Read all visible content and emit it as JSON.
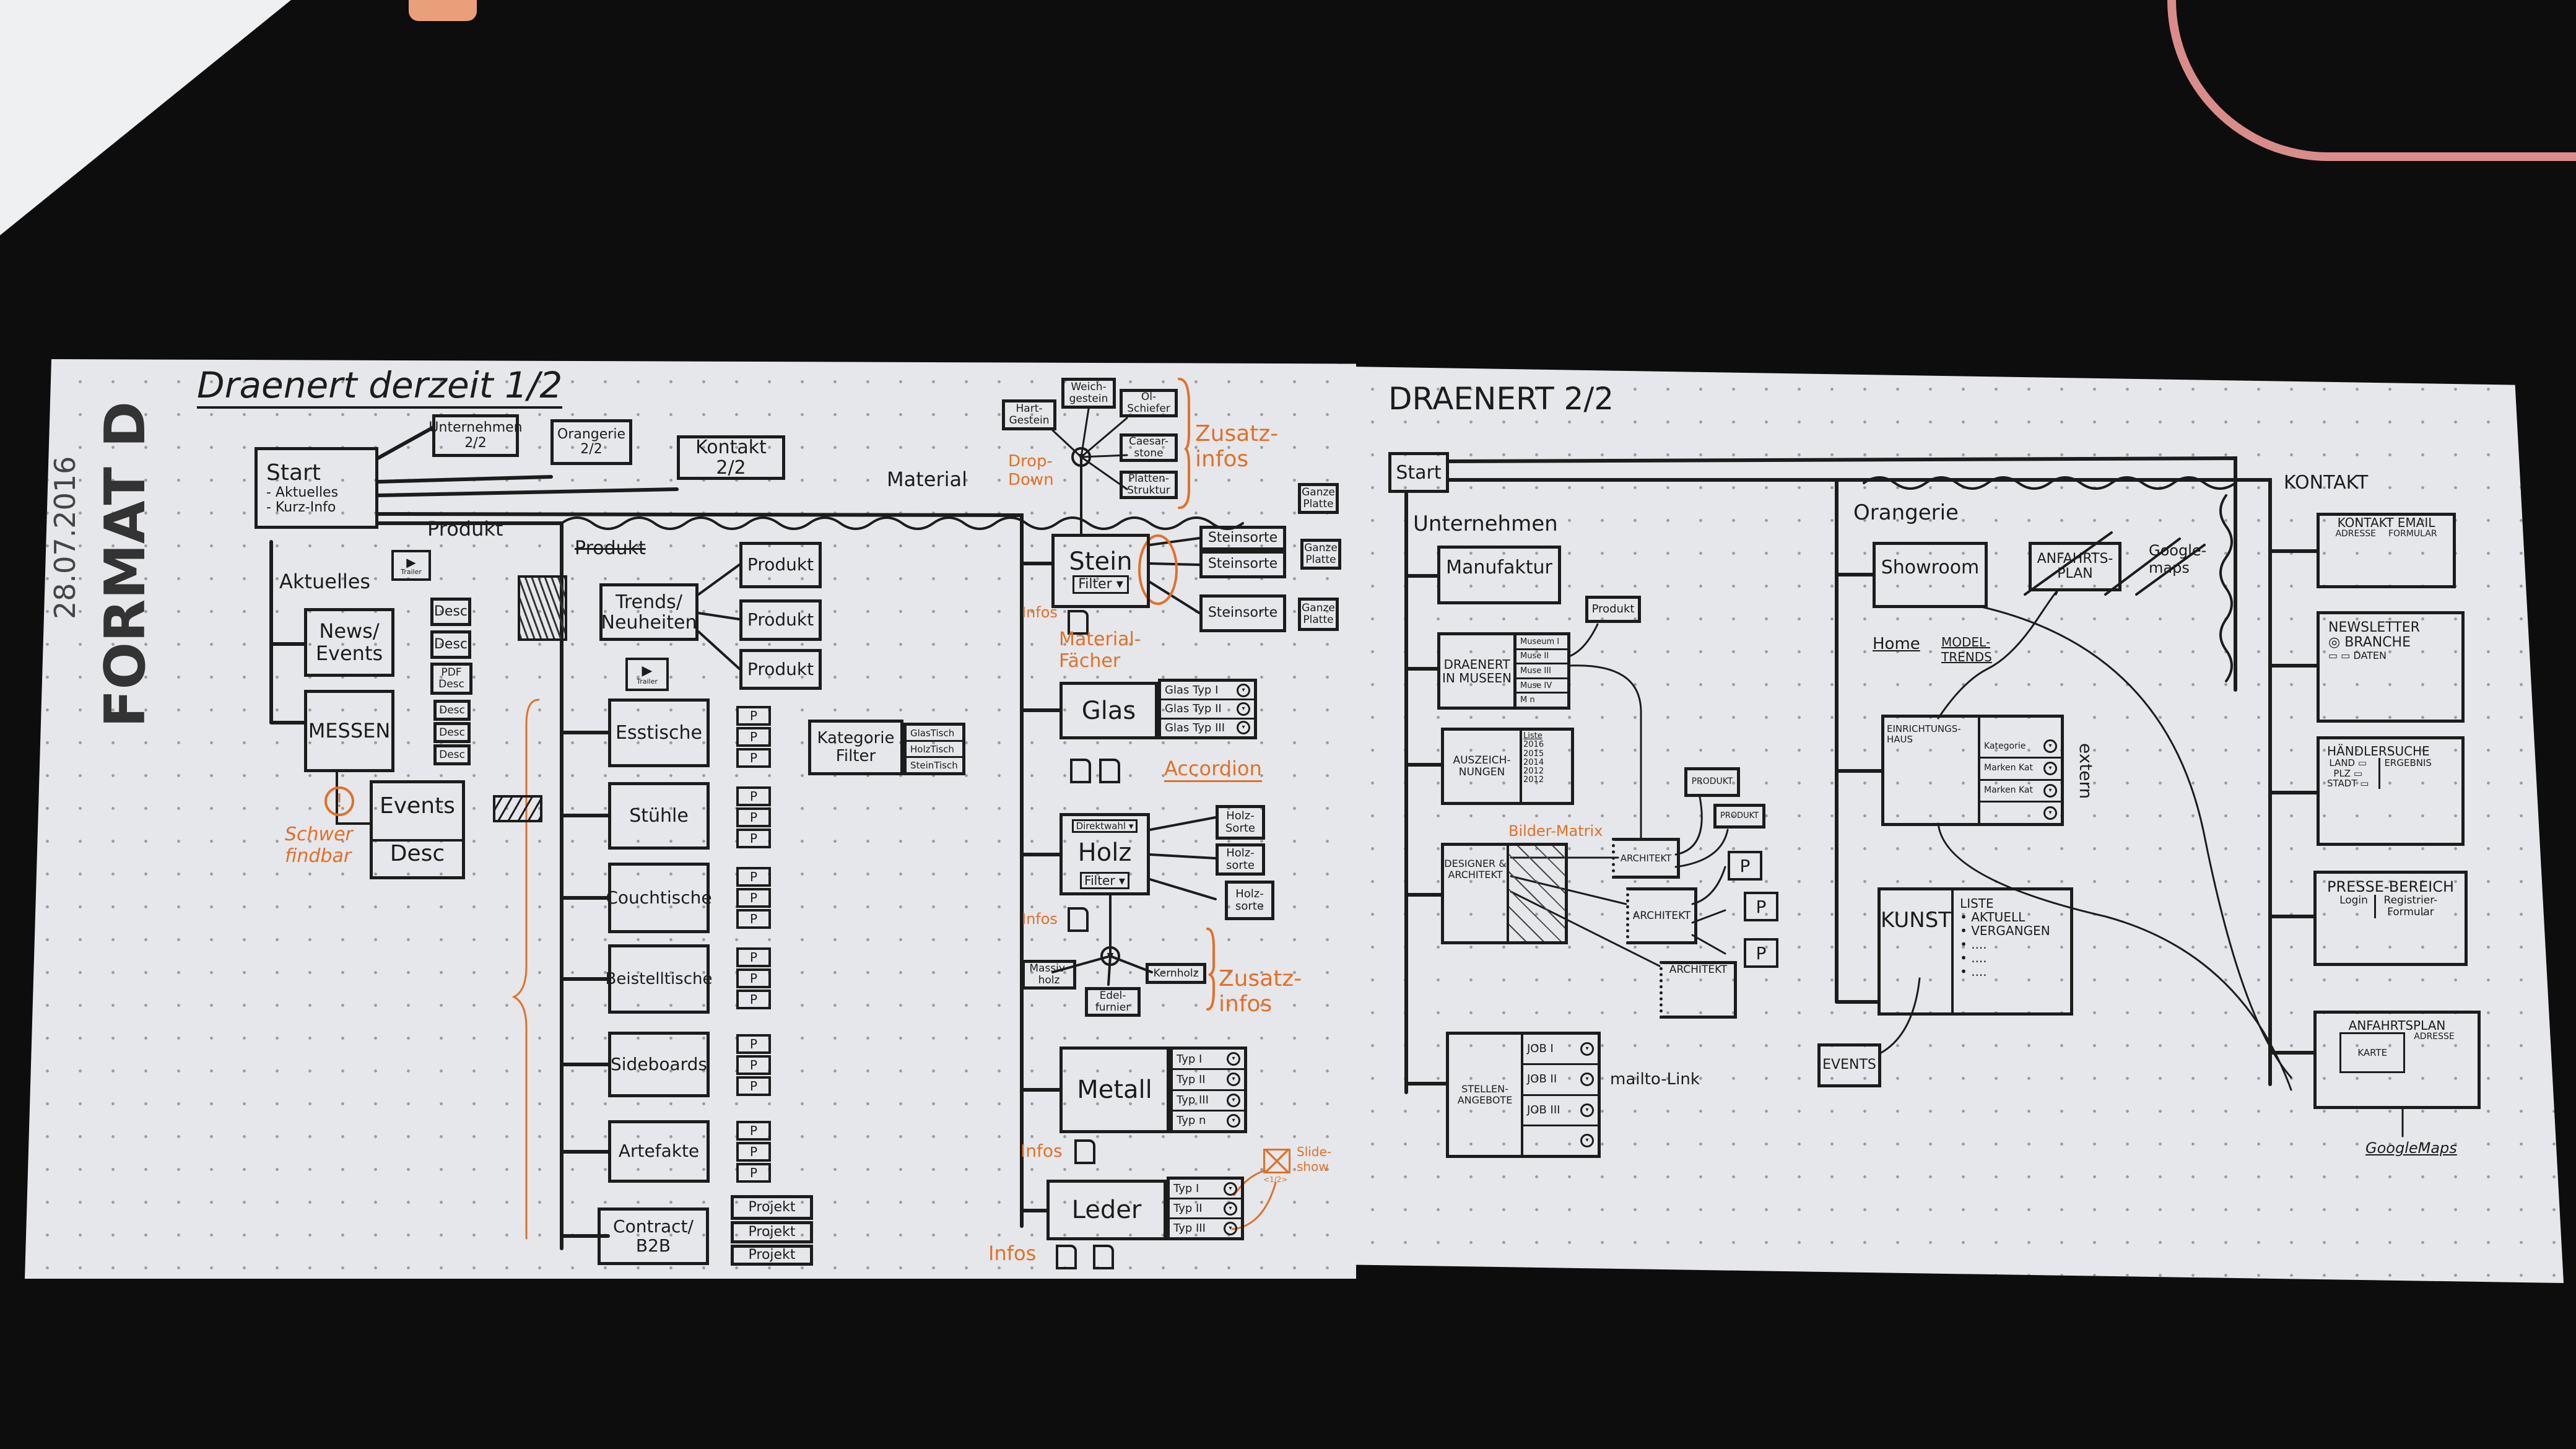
{
  "sheet1": {
    "title": "Draenert derzeit 1/2",
    "date": "28.07.2016",
    "format": "FORMAT D",
    "start": {
      "label": "Start",
      "items": [
        "- Aktuelles",
        "- Kurz-Info"
      ]
    },
    "top_links": [
      "Unternehmen 2/2",
      "Orangerie 2/2",
      "Kontakt 2/2"
    ],
    "produkt_label": "Produkt",
    "material_label": "Material",
    "aktuelles": {
      "label": "Aktuelles",
      "news_events": "News/ Events",
      "news_desc": [
        "Desc",
        "Desc",
        "PDF Desc"
      ],
      "messen": "MESSEN",
      "messen_desc": [
        "Desc",
        "Desc",
        "Desc"
      ],
      "events": "Events",
      "events_desc": "Desc",
      "warning_note": "Schwer findbar",
      "video_label": "Trailer"
    },
    "produkt": {
      "struck_label": "Produkt",
      "trends": "Trends/ Neuheiten",
      "produkt_boxes": [
        "Produkt",
        "Produkt",
        "Produkt"
      ],
      "categories": [
        "Esstische",
        "Stühle",
        "Couchtische",
        "Beistelltische",
        "Sideboards",
        "Artefakte",
        "Contract/ B2B"
      ],
      "p_label": "P",
      "kategorie_filter": "Kategorie Filter",
      "filter_options": [
        "GlasTisch",
        "HolzTisch",
        "SteinTisch"
      ],
      "projekte": [
        "Projekt",
        "Projekt",
        "Projekt"
      ]
    },
    "material": {
      "stein_extras": [
        "Hart-Gestein",
        "Weich-gestein",
        "Öl-Schiefer",
        "Caesar-stone",
        "Platten-Struktur"
      ],
      "drop_down": "Drop-Down",
      "zusatz_infos": "Zusatz-infos",
      "stein": "Stein",
      "filter": "Filter",
      "steinsorten": [
        "Steinsorte",
        "Steinsorte",
        "Steinsorte"
      ],
      "ganze_platte": [
        "Ganze Platte",
        "Ganze Platte",
        "Ganze Platte"
      ],
      "infos": "Infos",
      "material_faecher": "Material-Fächer",
      "glas": "Glas",
      "glas_types": [
        "Glas Typ I",
        "Glas Typ II",
        "Glas Typ III"
      ],
      "accordion": "Accordion",
      "holz": "Holz",
      "direktwahl": "Direktwahl",
      "holzsorten": [
        "Holz-Sorte",
        "Holz-sorte",
        "Holz-sorte"
      ],
      "holz_extras": [
        "Massiv-holz",
        "Edel-furnier",
        "Kernholz"
      ],
      "metall": "Metall",
      "metall_types": [
        "Typ I",
        "Typ II",
        "Typ III",
        "Typ n"
      ],
      "leder": "Leder",
      "leder_types": [
        "Typ I",
        "Typ II",
        "Typ III"
      ],
      "slideshow": "Slide-show",
      "slideshow_nav": "<1/2>"
    }
  },
  "sheet2": {
    "title": "DRAENERT 2/2",
    "start": "Start",
    "unternehmen": {
      "label": "Unternehmen",
      "manufaktur": "Manufaktur",
      "museen": "DRAENERT IN MUSEEN",
      "museen_items": [
        "Museum I",
        "Muse II",
        "Muse III",
        "Muse IV",
        "M n"
      ],
      "produkt": "Produkt",
      "auszeichnungen": "AUSZEICH-NUNGEN",
      "liste": "Liste",
      "years": [
        "2016",
        "2015",
        "2014",
        "2012",
        "2012"
      ],
      "designer": "DESIGNER & ARCHITEKT",
      "bilder_matrix": "Bilder-Matrix",
      "architekten": [
        "ARCHITEKT",
        "ARCHITEKT",
        "ARCHITEKT"
      ],
      "produkte": [
        "PRODUKT",
        "PRODUKT"
      ],
      "p_label": "P",
      "stellen": "STELLEN-ANGEBOTE",
      "jobs": [
        "JOB I",
        "JOB II",
        "JOB III"
      ],
      "mailto": "mailto-Link"
    },
    "orangerie": {
      "label": "Orangerie",
      "showroom": "Showroom",
      "home": "Home",
      "model_trends": "MODEL-TRENDS",
      "anfahrtsplan": "ANFAHRTS-PLAN",
      "google_maps": "Google-maps",
      "einrichtung": "EINRICHTUNGS-HAUS",
      "einrichtung_items": [
        "Kategorie",
        "Marken Kat",
        "Marken Kat"
      ],
      "extern": "extern",
      "kunst": "KUNST",
      "kunst_liste": "LISTE",
      "kunst_items": [
        "AKTUELL",
        "VERGANGEN"
      ],
      "events": "EVENTS"
    },
    "kontakt": {
      "label": "KONTAKT",
      "email": {
        "title": "KONTAKT EMAIL",
        "left": "ADRESSE",
        "right": "FORMULAR"
      },
      "newsletter": {
        "title": "NEWSLETTER",
        "branche": "BRANCHE",
        "daten": "DATEN"
      },
      "haendler": {
        "title": "HÄNDLERSUCHE",
        "fields": [
          "LAND",
          "PLZ",
          "STADT"
        ],
        "result": "ERGEBNIS"
      },
      "presse": {
        "title": "PRESSE-BEREICH",
        "login": "Login",
        "register": "Registrier-Formular"
      },
      "anfahrt": {
        "title": "ANFAHRTSPLAN",
        "karte": "KARTE",
        "adresse": "ADRESSE",
        "google": "GoogleMaps"
      }
    }
  },
  "colors": {
    "ink": "#1c1c1c",
    "annotation": "#e0702a",
    "paper": "#e6e7ea",
    "table": "#0d0d0e"
  }
}
